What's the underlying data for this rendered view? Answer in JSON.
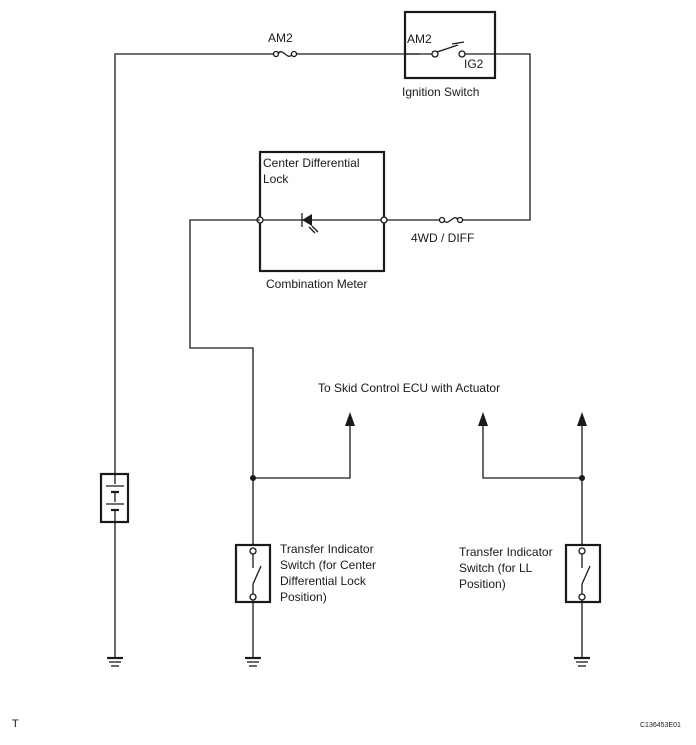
{
  "fuse_am2": "AM2",
  "ignition_switch": {
    "terminal_am2": "AM2",
    "terminal_ig2": "IG2",
    "caption": "Ignition Switch"
  },
  "combination_meter": {
    "indicator_line1": "Center Differential",
    "indicator_line2": "Lock",
    "caption": "Combination Meter"
  },
  "fuse_4wd_diff": "4WD / DIFF",
  "ecu_label": "To Skid Control ECU with Actuator",
  "switch_center": {
    "line1": "Transfer Indicator",
    "line2": "Switch (for Center",
    "line3": "Differential Lock",
    "line4": "Position)"
  },
  "switch_ll": {
    "line1": "Transfer Indicator",
    "line2": "Switch (for LL",
    "line3": "Position)"
  },
  "corner_mark": "T",
  "figure_code": "C136453E01"
}
